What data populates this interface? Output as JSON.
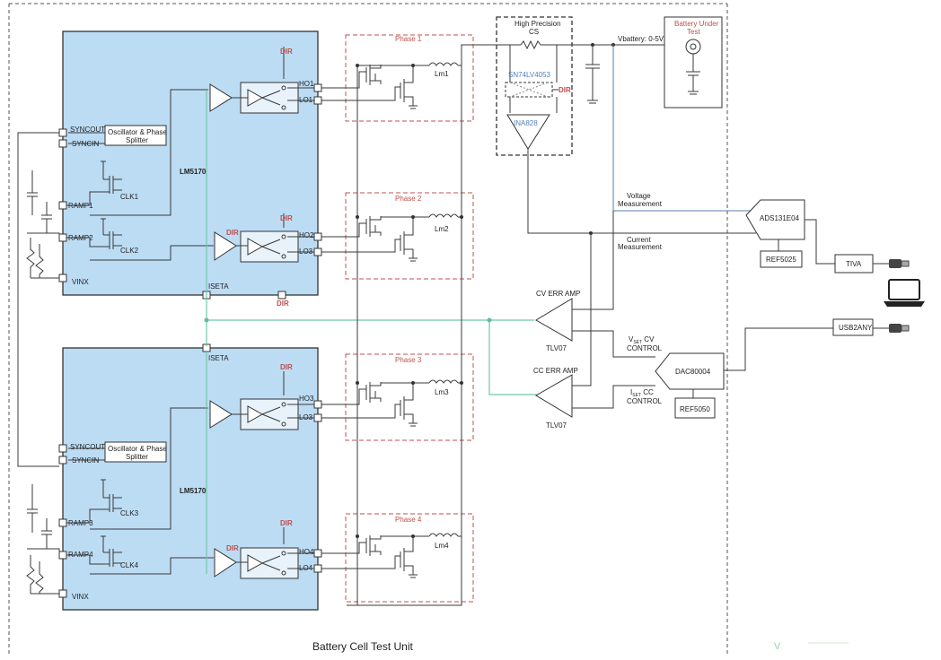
{
  "title": "Battery Cell Test Unit",
  "controller_chip": "LM5170",
  "sync_out_label": "SYNCOUT",
  "sync_in_label": "SYNCIN",
  "osc_label_1": "Oscillator & Phase",
  "osc_label_2": "Splitter",
  "vinx_label": "VINX",
  "iseta_label": "ISETA",
  "dir_label": "DIR",
  "ramp_labels": [
    "RAMP1",
    "RAMP2",
    "RAMP3",
    "RAMP4"
  ],
  "clk_labels": [
    "CLK1",
    "CLK2",
    "CLK3",
    "CLK4"
  ],
  "ho_labels": [
    "HO1",
    "HO2",
    "HO3",
    "HO4"
  ],
  "lo_labels": [
    "LO1",
    "LO3",
    "LO3",
    "LO4"
  ],
  "phase_labels": [
    "Phase 1",
    "Phase 2",
    "Phase 3",
    "Phase 4"
  ],
  "inductor_labels": [
    "Lm1",
    "Lm2",
    "Lm3",
    "Lm4"
  ],
  "sense": {
    "title_1": "High Precision",
    "title_2": "CS",
    "switch_label": "SN74LV4053",
    "amp_label": "INA828",
    "dir_label": "DIR"
  },
  "vbattery_label": "Vbattery: 0-5V",
  "battery": {
    "label_1": "Battery Under",
    "label_2": "Test"
  },
  "voltage_measurement": [
    "Voltage",
    "Measurement"
  ],
  "current_measurement": [
    "Current",
    "Measurement"
  ],
  "adc_label": "ADS131E04",
  "adc_ref_label": "REF5025",
  "tiva_label": "TIVA",
  "usb_label": "USB2ANY",
  "cv_amp": {
    "title": "CV ERR AMP",
    "part": "TLV07"
  },
  "cc_amp": {
    "title": "CC ERR AMP",
    "part": "TLV07"
  },
  "vset": {
    "main": "V",
    "sub": "SET",
    "tail": " CV",
    "line2": "CONTROL"
  },
  "iset": {
    "main": "I",
    "sub": "SET",
    "tail": " CC",
    "line2": "CONTROL"
  },
  "dac_label": "DAC80004",
  "dac_ref_label": "REF5050",
  "corner_mark": "V"
}
